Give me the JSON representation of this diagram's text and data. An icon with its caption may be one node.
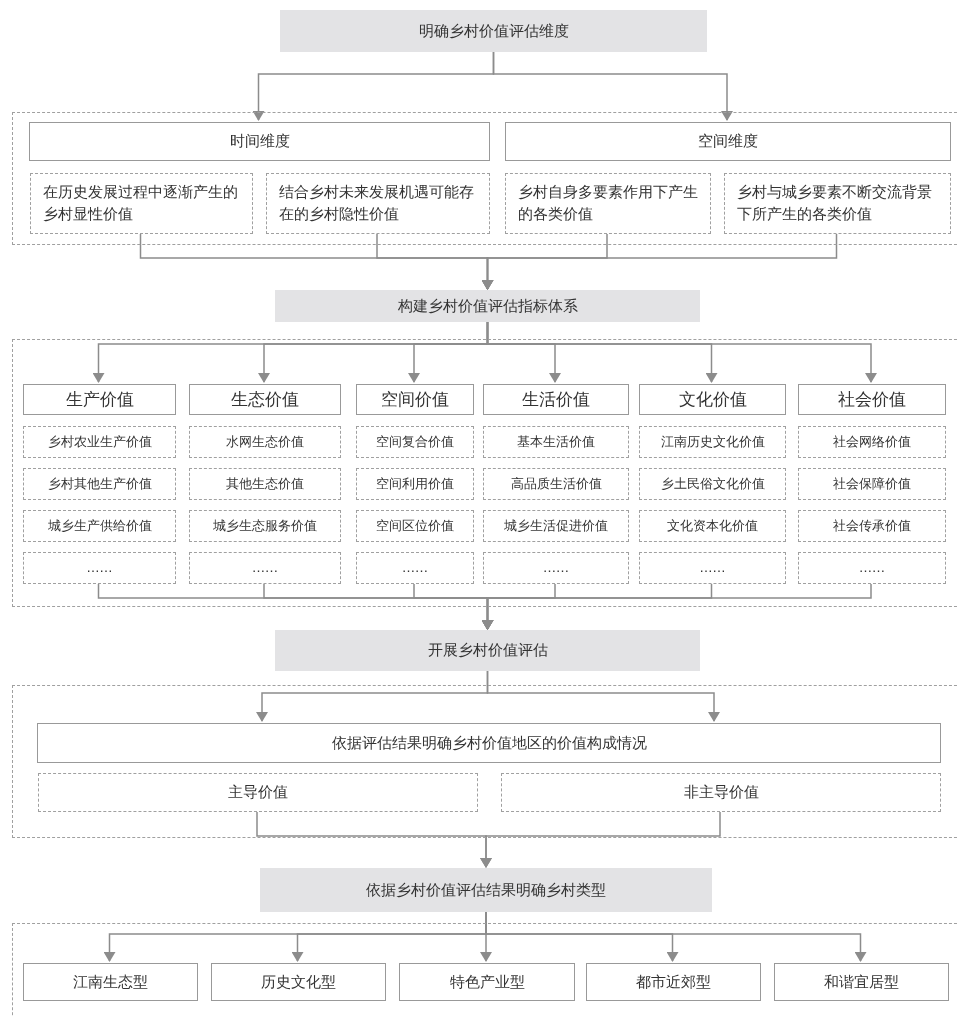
{
  "diagram": {
    "nodes": [
      {
        "text": [
          "明确乡村价值评估维度"
        ]
      },
      {
        "text": [],
        "shape": "box"
      },
      {
        "text": [
          "时间维度"
        ],
        "in": 1
      },
      {
        "text": [
          "空间维度"
        ],
        "in": 1
      },
      {
        "text": [
          "在历史发展过程中逐渐产生的乡村显性价值"
        ],
        "in": 1
      },
      {
        "text": [
          "结合乡村未来发展机遇可能存在的乡村隐性价值"
        ],
        "in": 1
      },
      {
        "text": [
          "乡村自身多要素作用下产生的各类价值"
        ],
        "in": 1
      },
      {
        "text": [
          "乡村与城乡要素不断交流背景下所产生的各类价值"
        ],
        "in": 1
      },
      {
        "text": [
          "构建乡村价值评估指标体系"
        ]
      },
      {
        "text": [],
        "shape": "box"
      },
      {
        "text": [
          "生产价值"
        ],
        "in": 9
      },
      {
        "text": [
          "生态价值"
        ],
        "in": 9
      },
      {
        "text": [
          "空间价值"
        ],
        "in": 9
      },
      {
        "text": [
          "生活价值"
        ],
        "in": 9
      },
      {
        "text": [
          "文化价值"
        ],
        "in": 9
      },
      {
        "text": [
          "社会价值"
        ],
        "in": 9
      },
      {
        "text": [
          "乡村农业生产价值"
        ],
        "in": 9
      },
      {
        "text": [
          "水网生态价值"
        ],
        "in": 9
      },
      {
        "text": [
          "空间复合价值"
        ],
        "in": 9
      },
      {
        "text": [
          "基本生活价值"
        ],
        "in": 9
      },
      {
        "text": [
          "江南历史文化价值"
        ],
        "in": 9
      },
      {
        "text": [
          "社会网络价值"
        ],
        "in": 9
      },
      {
        "text": [
          "乡村其他生产价值"
        ],
        "in": 9
      },
      {
        "text": [
          "其他生态价值"
        ],
        "in": 9
      },
      {
        "text": [
          "空间利用价值"
        ],
        "in": 9
      },
      {
        "text": [
          "高品质生活价值"
        ],
        "in": 9
      },
      {
        "text": [
          "乡土民俗文化价值"
        ],
        "in": 9
      },
      {
        "text": [
          "社会保障价值"
        ],
        "in": 9
      },
      {
        "text": [
          "城乡生产供给价值"
        ],
        "in": 9
      },
      {
        "text": [
          "城乡生态服务价值"
        ],
        "in": 9
      },
      {
        "text": [
          "空间区位价值"
        ],
        "in": 9
      },
      {
        "text": [
          "城乡生活促进价值"
        ],
        "in": 9
      },
      {
        "text": [
          "文化资本化价值"
        ],
        "in": 9
      },
      {
        "text": [
          "社会传承价值"
        ],
        "in": 9
      },
      {
        "text": [
          "……"
        ],
        "in": 9
      },
      {
        "text": [
          "……"
        ],
        "in": 9
      },
      {
        "text": [
          "……"
        ],
        "in": 9
      },
      {
        "text": [
          "……"
        ],
        "in": 9
      },
      {
        "text": [
          "……"
        ],
        "in": 9
      },
      {
        "text": [
          "……"
        ],
        "in": 9
      },
      {
        "text": [
          "开展乡村价值评估"
        ]
      },
      {
        "text": [],
        "shape": "box"
      },
      {
        "text": [
          "依据评估结果明确乡村价值地区的价值构成情况"
        ],
        "in": 41
      },
      {
        "text": [
          "主导价值"
        ],
        "in": 41
      },
      {
        "text": [
          "非主导价值"
        ],
        "in": 41
      },
      {
        "text": [
          "依据乡村价值评估结果明确乡村类型"
        ]
      },
      {
        "text": [],
        "shape": "box"
      },
      {
        "text": [
          "江南生态型"
        ],
        "in": 46
      },
      {
        "text": [
          "历史文化型"
        ],
        "in": 46
      },
      {
        "text": [
          "特色产业型"
        ],
        "in": 46
      },
      {
        "text": [
          "都市近郊型"
        ],
        "in": 46
      },
      {
        "text": [
          "和谐宜居型"
        ],
        "in": 46
      }
    ],
    "edges": [
      {
        "from": 0,
        "to": 2,
        "arrow": "to"
      },
      {
        "from": 0,
        "to": 3,
        "arrow": "to"
      },
      {
        "from": 4,
        "to": 8,
        "arrow": "to"
      },
      {
        "from": 5,
        "to": 8,
        "arrow": "to"
      },
      {
        "from": 6,
        "to": 8,
        "arrow": "to"
      },
      {
        "from": 7,
        "to": 8,
        "arrow": "to"
      },
      {
        "from": 8,
        "to": 10,
        "arrow": "to"
      },
      {
        "from": 8,
        "to": 11,
        "arrow": "to"
      },
      {
        "from": 8,
        "to": 12,
        "arrow": "to"
      },
      {
        "from": 8,
        "to": 13,
        "arrow": "to"
      },
      {
        "from": 8,
        "to": 14,
        "arrow": "to"
      },
      {
        "from": 8,
        "to": 15,
        "arrow": "to"
      },
      {
        "from": 34,
        "to": 40,
        "arrow": "to"
      },
      {
        "from": 35,
        "to": 40,
        "arrow": "to"
      },
      {
        "from": 36,
        "to": 40,
        "arrow": "to"
      },
      {
        "from": 37,
        "to": 40,
        "arrow": "to"
      },
      {
        "from": 38,
        "to": 40,
        "arrow": "to"
      },
      {
        "from": 39,
        "to": 40,
        "arrow": "to"
      },
      {
        "from": 40,
        "to": 42,
        "arrow": "to"
      },
      {
        "from": 40,
        "to": 42,
        "arrow": "to"
      },
      {
        "from": 43,
        "to": 45,
        "arrow": "to"
      },
      {
        "from": 44,
        "to": 45,
        "arrow": "to"
      },
      {
        "from": 45,
        "to": 47,
        "arrow": "to"
      },
      {
        "from": 45,
        "to": 48,
        "arrow": "to"
      },
      {
        "from": 45,
        "to": 49,
        "arrow": "to"
      },
      {
        "from": 45,
        "to": 50,
        "arrow": "to"
      },
      {
        "from": 45,
        "to": 51,
        "arrow": "to"
      }
    ]
  }
}
